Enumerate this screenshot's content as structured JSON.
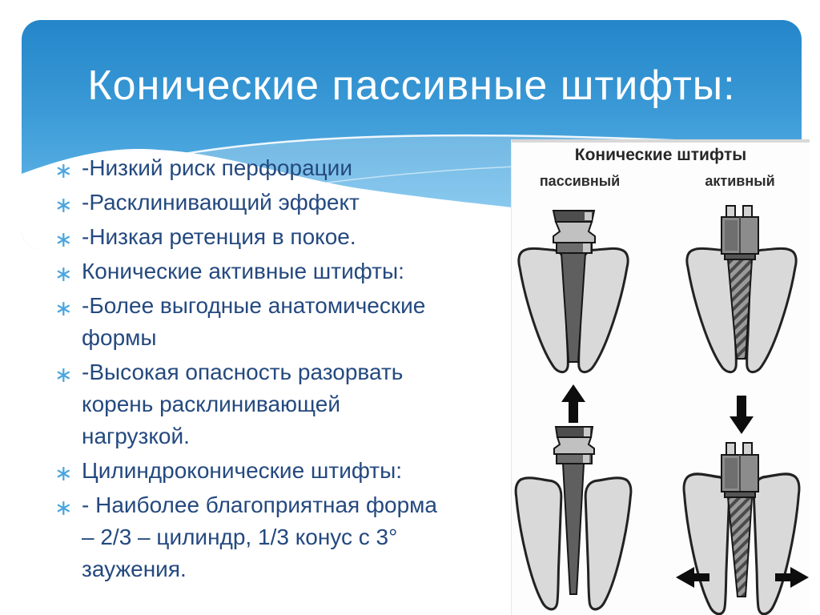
{
  "slide": {
    "title": "Конические пассивные штифты:",
    "bullet_glyph": "∗",
    "bullets": [
      "-Низкий риск перфорации",
      "-Расклинивающий эффект",
      "-Низкая ретенция в покое.",
      "Конические активные штифты:",
      "-Более выгодные анатомические формы",
      "-Высокая опасность разорвать корень расклинивающей нагрузкой.",
      "Цилиндроконические штифты:",
      "- Наиболее благоприятная форма – 2/3 – цилиндр, 1/3 конус с 3° заужения."
    ]
  },
  "figure": {
    "title": "Конические штифты",
    "columns": [
      {
        "label": "пассивный"
      },
      {
        "label": "активный"
      }
    ]
  },
  "colors": {
    "header_gradient_top": "#2486ca",
    "header_gradient_bottom": "#79c4ee",
    "title_text": "#ffffff",
    "body_text": "#24497f",
    "bullet_marker": "#4aa5de",
    "figure_text": "#272727",
    "tooth_fill": "#d9d9d9",
    "post_dark": "#5f5f5f"
  }
}
